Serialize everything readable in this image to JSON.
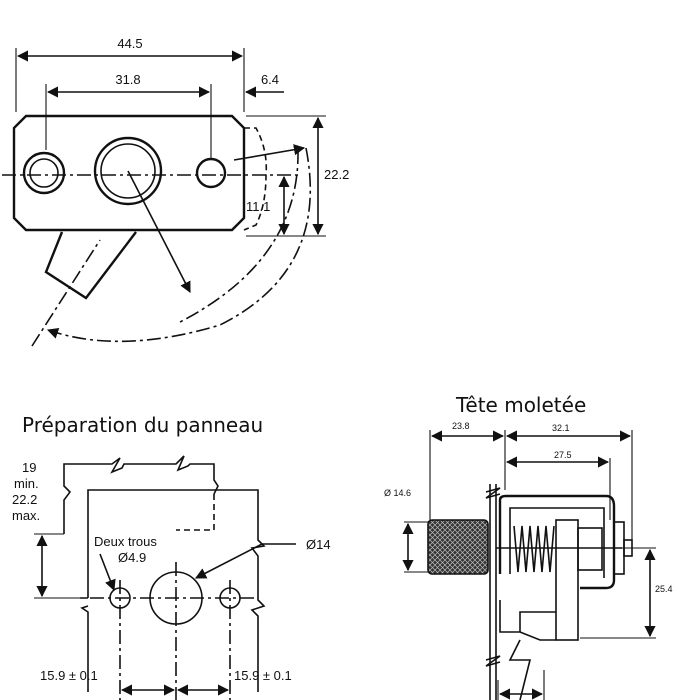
{
  "top_view": {
    "dim_overall_width": "44.5",
    "dim_hole_spacing": "31.8",
    "dim_offset": "6.4",
    "dim_height": "22.2",
    "dim_half_height": "11.1"
  },
  "panel": {
    "title": "Préparation du panneau",
    "thickness_line1": "19",
    "thickness_line2": "min.",
    "thickness_line3": "22.2",
    "thickness_line4": "max.",
    "holes_label_line1": "Deux trous",
    "holes_label_line2": "Ø4.9",
    "main_hole_label": "Ø14",
    "spacing_left": "15.9 ± 0.1",
    "spacing_right": "15.9 ± 0.1"
  },
  "knurled_head": {
    "title": "Tête moletée",
    "dim_a": "23.8",
    "dim_b": "32.1",
    "dim_c": "27.5",
    "dim_diameter": "Ø 14.6",
    "dim_height": "25.4"
  }
}
